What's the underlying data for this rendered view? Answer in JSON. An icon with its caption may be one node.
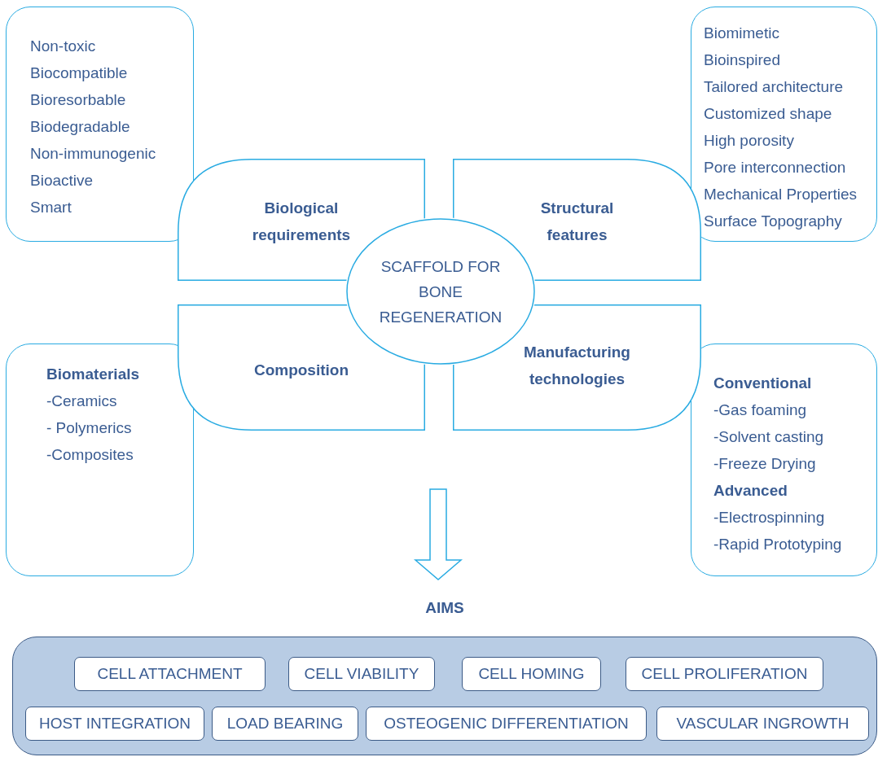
{
  "diagram": {
    "nodes": [
      {
        "text": [
          "Non-toxic",
          "Biocompatible",
          "Bioresorbable",
          "Biodegradable",
          "Non-immunogenic",
          "Bioactive",
          "Smart"
        ]
      },
      {
        "text": [
          "Biomimetic",
          "Bioinspired",
          "Tailored architecture",
          "Customized shape",
          "High porosity",
          "Pore interconnection",
          "Mechanical Properties",
          "Surface Topography"
        ]
      },
      {
        "text": [
          "Biological requirements"
        ]
      },
      {
        "text": [
          "Structural features"
        ]
      },
      {
        "text": [
          "SCAFFOLD FOR BONE REGENERATION"
        ]
      },
      {
        "text": [
          "Composition"
        ]
      },
      {
        "text": [
          "Manufacturing technologies"
        ]
      },
      {
        "text": [
          "Biomaterials",
          "-Ceramics",
          "- Polymerics",
          "-Composites"
        ]
      },
      {
        "text": [
          "Conventional",
          "-Gas foaming",
          "-Solvent casting",
          "-Freeze Drying",
          "Advanced",
          "-Electrospinning",
          "-Rapid Prototyping"
        ]
      },
      {
        "text": [
          "AIMS"
        ]
      },
      {
        "text": [
          "CELL ATTACHMENT"
        ],
        "in": 9
      },
      {
        "text": [
          "CELL VIABILITY"
        ],
        "in": 9
      },
      {
        "text": [
          "CELL HOMING"
        ],
        "in": 9
      },
      {
        "text": [
          "CELL PROLIFERATION"
        ],
        "in": 9
      },
      {
        "text": [
          "HOST INTEGRATION"
        ],
        "in": 9
      },
      {
        "text": [
          "LOAD BEARING"
        ],
        "in": 9
      },
      {
        "text": [
          "OSTEOGENIC DIFFERENTIATION"
        ],
        "in": 9
      },
      {
        "text": [
          "VASCULAR INGROWTH"
        ],
        "in": 9
      }
    ],
    "edges": [
      {
        "from": null,
        "to": 9,
        "arrow": "to"
      }
    ]
  }
}
